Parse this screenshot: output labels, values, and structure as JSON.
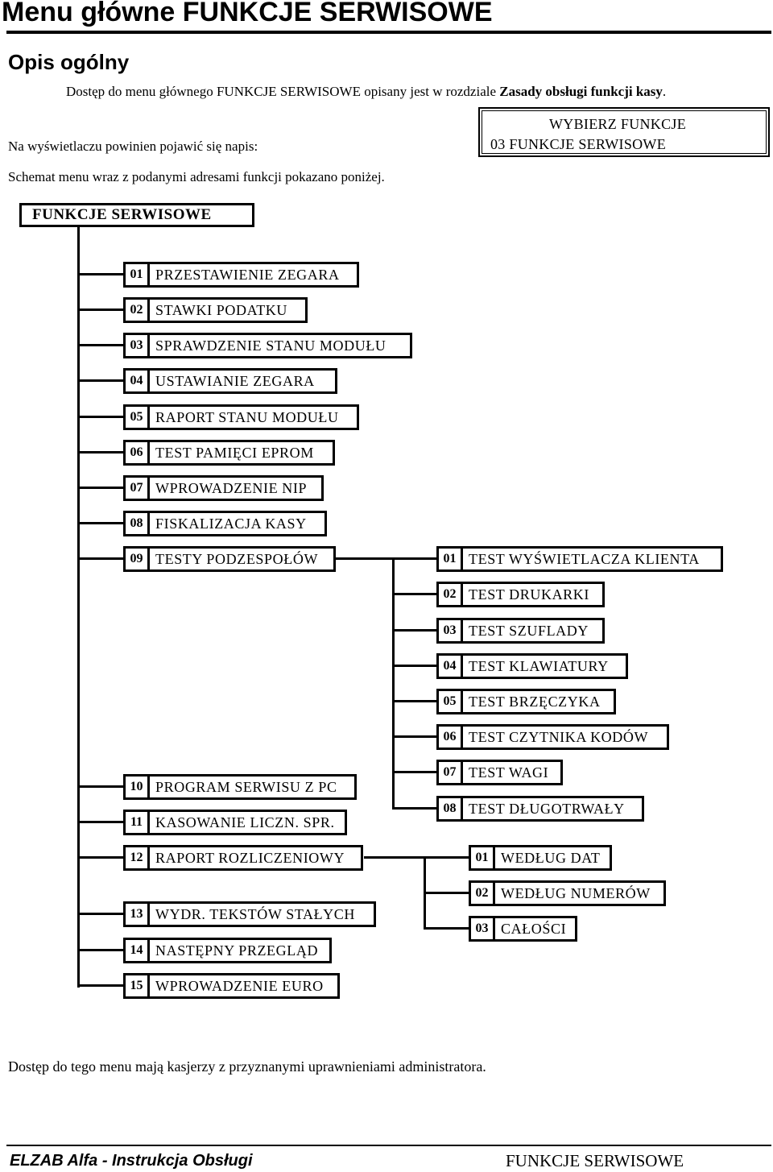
{
  "header": {
    "title": "Menu główne FUNKCJE SERWISOWE",
    "section": "Opis ogólny"
  },
  "intro": {
    "text": "Dostęp do menu głównego FUNKCJE SERWISOWE opisany jest w rozdziale ",
    "reference": "Zasady obsługi funkcji kasy",
    "end": "."
  },
  "display": {
    "label": "Na wyświetlaczu powinien pojawić się napis:",
    "line1": "WYBIERZ  FUNKCJE",
    "line2": "03 FUNKCJE   SERWISOWE"
  },
  "schema_text": "Schemat menu wraz z podanymi adresami funkcji pokazano poniżej.",
  "menu": {
    "root": "FUNKCJE SERWISOWE",
    "items": [
      {
        "num": "01",
        "label": "PRZESTAWIENIE ZEGARA"
      },
      {
        "num": "02",
        "label": "STAWKI PODATKU"
      },
      {
        "num": "03",
        "label": "SPRAWDZENIE STANU MODUŁU"
      },
      {
        "num": "04",
        "label": "USTAWIANIE ZEGARA"
      },
      {
        "num": "05",
        "label": "RAPORT STANU MODUŁU"
      },
      {
        "num": "06",
        "label": "TEST PAMIĘCI EPROM"
      },
      {
        "num": "07",
        "label": "WPROWADZENIE NIP"
      },
      {
        "num": "08",
        "label": "FISKALIZACJA KASY"
      },
      {
        "num": "09",
        "label": "TESTY PODZESPOŁÓW"
      },
      {
        "num": "10",
        "label": "PROGRAM SERWISU Z PC"
      },
      {
        "num": "11",
        "label": "KASOWANIE LICZN. SPR."
      },
      {
        "num": "12",
        "label": "RAPORT ROZLICZENIOWY"
      },
      {
        "num": "13",
        "label": "WYDR. TEKSTÓW STAŁYCH"
      },
      {
        "num": "14",
        "label": "NASTĘPNY PRZEGLĄD"
      },
      {
        "num": "15",
        "label": "WPROWADZENIE EURO"
      }
    ],
    "tests": [
      {
        "num": "01",
        "label": "TEST WYŚWIETLACZA KLIENTA"
      },
      {
        "num": "02",
        "label": "TEST DRUKARKI"
      },
      {
        "num": "03",
        "label": "TEST SZUFLADY"
      },
      {
        "num": "04",
        "label": "TEST KLAWIATURY"
      },
      {
        "num": "05",
        "label": "TEST BRZĘCZYKA"
      },
      {
        "num": "06",
        "label": "TEST CZYTNIKA KODÓW"
      },
      {
        "num": "07",
        "label": "TEST WAGI"
      },
      {
        "num": "08",
        "label": "TEST DŁUGOTRWAŁY"
      }
    ],
    "reports": [
      {
        "num": "01",
        "label": "WEDŁUG DAT"
      },
      {
        "num": "02",
        "label": "WEDŁUG NUMERÓW"
      },
      {
        "num": "03",
        "label": "CAŁOŚCI"
      }
    ]
  },
  "footer": {
    "note": "Dostęp do tego menu mają kasjerzy z przyznanymi uprawnieniami administratora.",
    "left": "ELZAB Alfa - Instrukcja Obsługi",
    "right": "FUNKCJE SERWISOWE"
  }
}
